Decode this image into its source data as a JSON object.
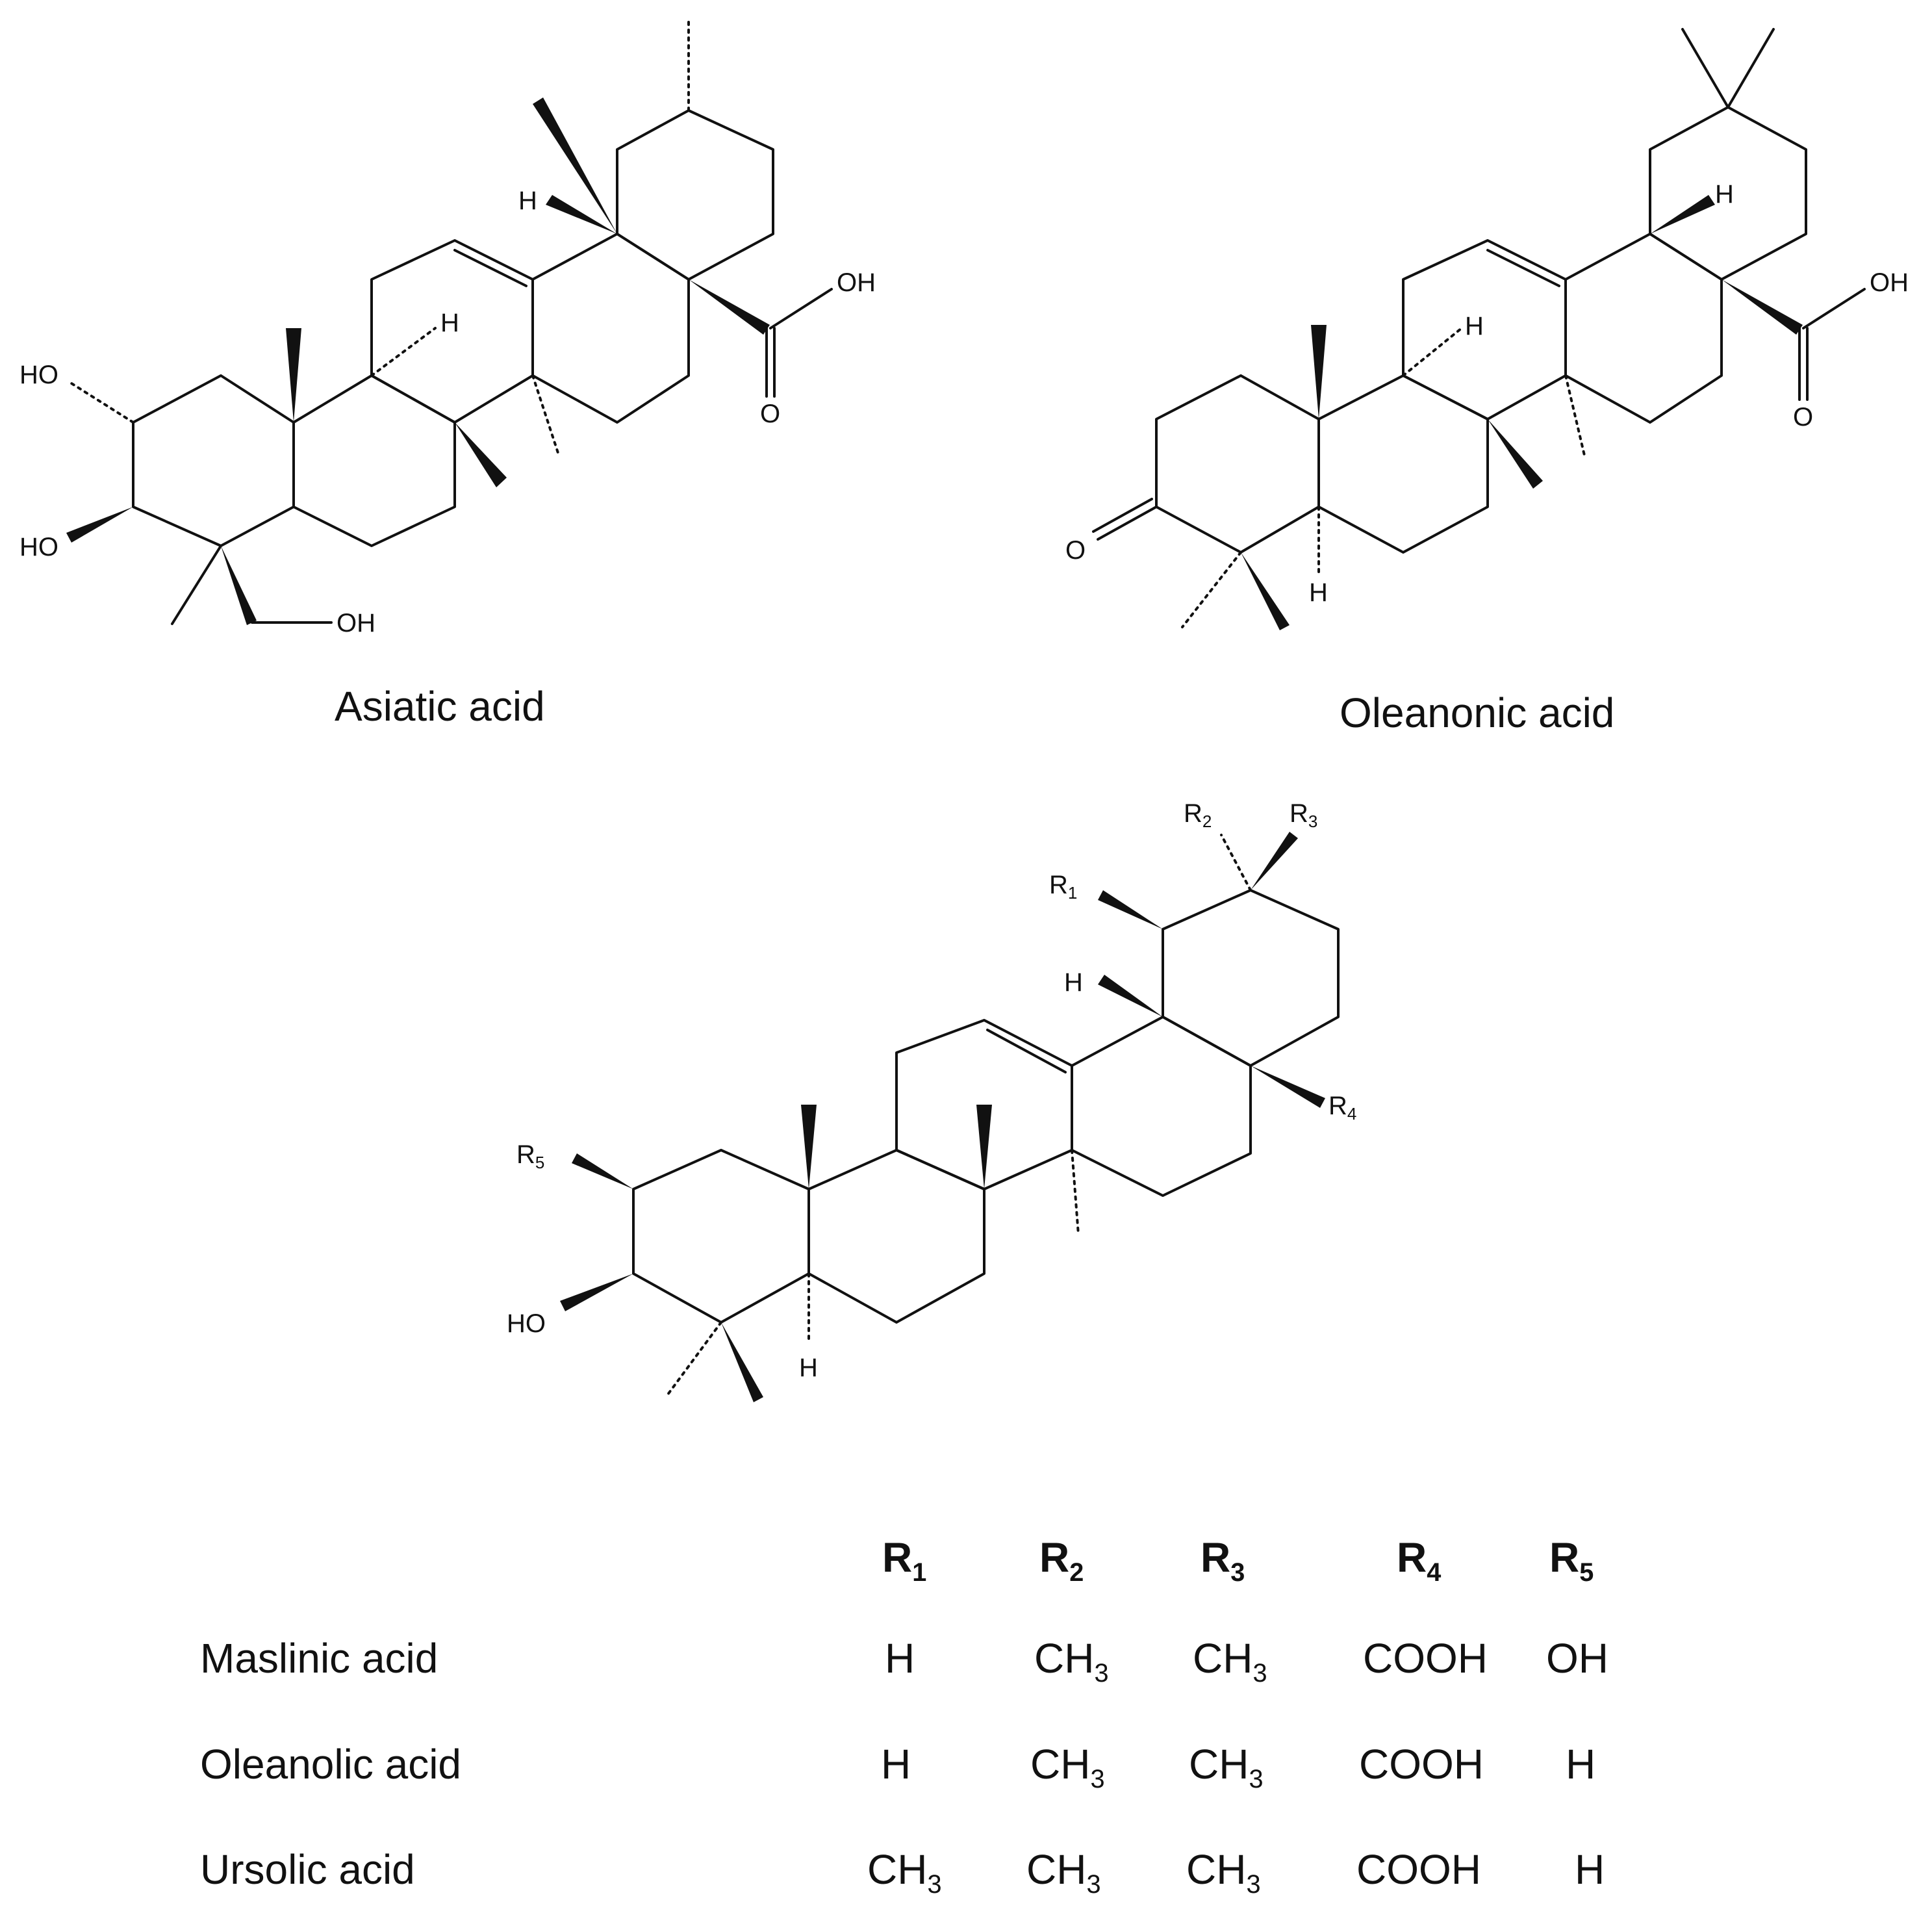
{
  "structures": [
    {
      "name": "Asiatic acid",
      "atom_labels": [
        "HO",
        "HO",
        "OH",
        "OH",
        "O",
        "H",
        "H"
      ]
    },
    {
      "name": "Oleanonic acid",
      "atom_labels": [
        "O",
        "H",
        "H",
        "H",
        "OH",
        "O"
      ]
    },
    {
      "name": "general-scaffold",
      "atom_labels": [
        "R1",
        "R2",
        "R3",
        "R4",
        "R5",
        "HO",
        "H",
        "H"
      ]
    }
  ],
  "table": {
    "headers": [
      "R1",
      "R2",
      "R3",
      "R4",
      "R5"
    ],
    "rows": [
      {
        "name": "Maslinic acid",
        "values": [
          "H",
          "CH3",
          "CH3",
          "COOH",
          "OH"
        ]
      },
      {
        "name": "Oleanolic acid",
        "values": [
          "H",
          "CH3",
          "CH3",
          "COOH",
          "H"
        ]
      },
      {
        "name": "Ursolic acid",
        "values": [
          "CH3",
          "CH3",
          "CH3",
          "COOH",
          "H"
        ]
      }
    ]
  }
}
